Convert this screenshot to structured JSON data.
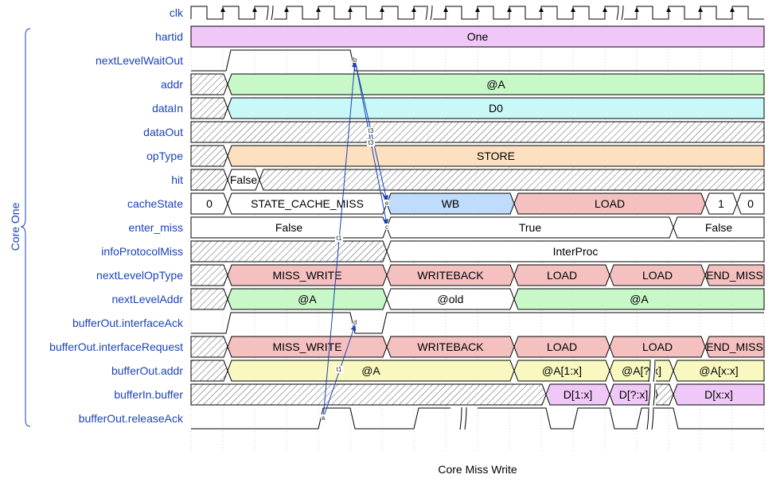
{
  "caption": "Core Miss Write",
  "group_label": "Core One",
  "colors": {
    "signal_name": "#1a44b8",
    "arrow": "#1a44b8",
    "pink": "#f0c8f8",
    "green": "#c8f8c8",
    "cyan": "#c8f8f8",
    "orange": "#fde0c0",
    "blue": "#bfdcfc",
    "red": "#f5c0c0",
    "yellow": "#f8f8c0",
    "white": "#ffffff"
  },
  "signals": [
    {
      "name": "clk",
      "segments": []
    },
    {
      "name": "hartid",
      "segments": [
        {
          "label": "One",
          "fill": "pink"
        }
      ]
    },
    {
      "name": "nextLevelWaitOut",
      "segments": []
    },
    {
      "name": "addr",
      "segments": [
        {
          "label": "@A",
          "fill": "green"
        }
      ]
    },
    {
      "name": "dataIn",
      "segments": [
        {
          "label": "D0",
          "fill": "cyan"
        }
      ]
    },
    {
      "name": "dataOut",
      "segments": []
    },
    {
      "name": "opType",
      "segments": [
        {
          "label": "STORE",
          "fill": "orange"
        }
      ]
    },
    {
      "name": "hit",
      "segments": [
        {
          "label": "False",
          "fill": "white"
        }
      ]
    },
    {
      "name": "cacheState",
      "segments": [
        {
          "label": "0",
          "fill": "white"
        },
        {
          "label": "STATE_CACHE_MISS",
          "fill": "white"
        },
        {
          "label": "WB",
          "fill": "blue"
        },
        {
          "label": "LOAD",
          "fill": "red"
        },
        {
          "label": "1",
          "fill": "white"
        },
        {
          "label": "0",
          "fill": "white"
        }
      ]
    },
    {
      "name": "enter_miss",
      "segments": [
        {
          "label": "False",
          "fill": "white"
        },
        {
          "label": "True",
          "fill": "white"
        },
        {
          "label": "False",
          "fill": "white"
        }
      ]
    },
    {
      "name": "infoProtocolMiss",
      "segments": [
        {
          "label": "InterProc",
          "fill": "white"
        }
      ]
    },
    {
      "name": "nextLevelOpType",
      "segments": [
        {
          "label": "MISS_WRITE",
          "fill": "red"
        },
        {
          "label": "WRITEBACK",
          "fill": "red"
        },
        {
          "label": "LOAD",
          "fill": "red"
        },
        {
          "label": "LOAD",
          "fill": "red"
        },
        {
          "label": "END_MISS",
          "fill": "red"
        }
      ]
    },
    {
      "name": "nextLevelAddr",
      "segments": [
        {
          "label": "@A",
          "fill": "green"
        },
        {
          "label": "@old",
          "fill": "white"
        },
        {
          "label": "@A",
          "fill": "green"
        }
      ]
    },
    {
      "name": "bufferOut.interfaceAck",
      "segments": []
    },
    {
      "name": "bufferOut.interfaceRequest",
      "segments": [
        {
          "label": "MISS_WRITE",
          "fill": "red"
        },
        {
          "label": "WRITEBACK",
          "fill": "red"
        },
        {
          "label": "LOAD",
          "fill": "red"
        },
        {
          "label": "LOAD",
          "fill": "red"
        },
        {
          "label": "END_MISS",
          "fill": "red"
        }
      ]
    },
    {
      "name": "bufferOut.addr",
      "segments": [
        {
          "label": "@A",
          "fill": "yellow"
        },
        {
          "label": "@A[1:x]",
          "fill": "yellow"
        },
        {
          "label": "@A[?:x]",
          "fill": "yellow"
        },
        {
          "label": "@A[x:x]",
          "fill": "yellow"
        }
      ]
    },
    {
      "name": "bufferIn.buffer",
      "segments": [
        {
          "label": "D[1:x]",
          "fill": "pink"
        },
        {
          "label": "D[?:x]",
          "fill": "pink"
        },
        {
          "label": "D[x:x]",
          "fill": "pink"
        }
      ]
    },
    {
      "name": "bufferOut.releaseAck",
      "segments": []
    }
  ],
  "nodes": [
    "a",
    "b",
    "c",
    "d",
    "e"
  ],
  "edges": [
    "t1",
    "t1",
    "t1",
    "t3",
    "t3"
  ]
}
